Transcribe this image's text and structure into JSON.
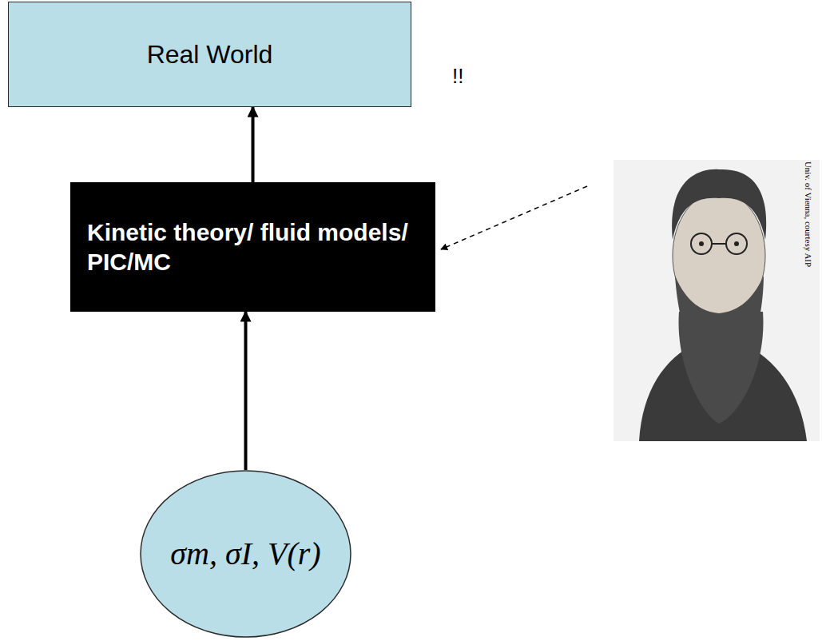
{
  "diagram": {
    "nodes": [
      {
        "text": [
          "Real World"
        ]
      },
      {
        "text": [
          "Kinetic theory/ fluid models/ PIC/MC"
        ]
      },
      {
        "text": [
          "σm, σI, V(r)"
        ]
      }
    ],
    "edges": [
      {
        "from": 2,
        "to": 1,
        "arrow": "to"
      },
      {
        "from": 1,
        "to": 0,
        "arrow": "to"
      }
    ],
    "labels": [
      "!!",
      "Univ. of Vienna, courtesy AIP"
    ]
  }
}
